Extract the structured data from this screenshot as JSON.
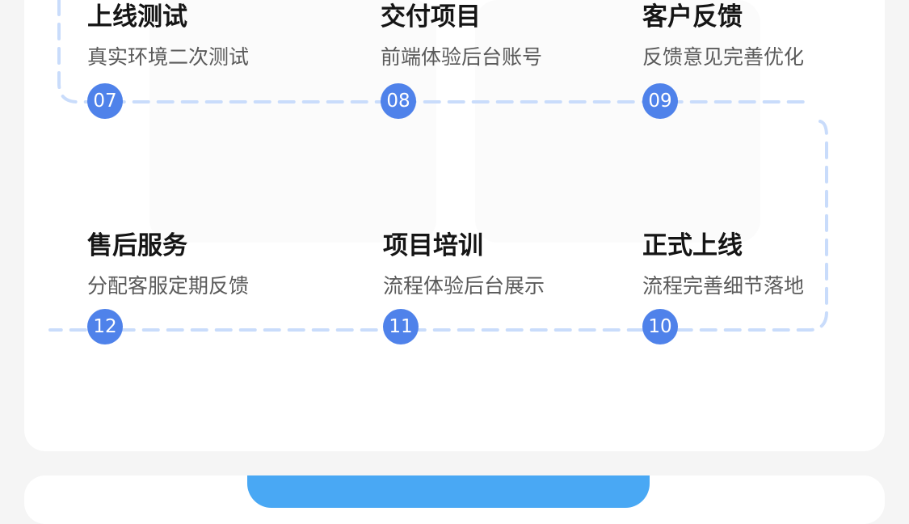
{
  "steps": [
    {
      "num": "07",
      "title": "上线测试",
      "desc": "真实环境二次测试"
    },
    {
      "num": "08",
      "title": "交付项目",
      "desc": "前端体验后台账号"
    },
    {
      "num": "09",
      "title": "客户反馈",
      "desc": "反馈意见完善优化"
    },
    {
      "num": "10",
      "title": "正式上线",
      "desc": "流程完善细节落地"
    },
    {
      "num": "11",
      "title": "项目培训",
      "desc": "流程体验后台展示"
    },
    {
      "num": "12",
      "title": "售后服务",
      "desc": "分配客服定期反馈"
    }
  ],
  "colors": {
    "accent": "#4f82ea",
    "dash": "#c9dcfb",
    "button": "#49a8f4",
    "page_bg": "#f5f5f5",
    "card_bg": "#ffffff"
  }
}
